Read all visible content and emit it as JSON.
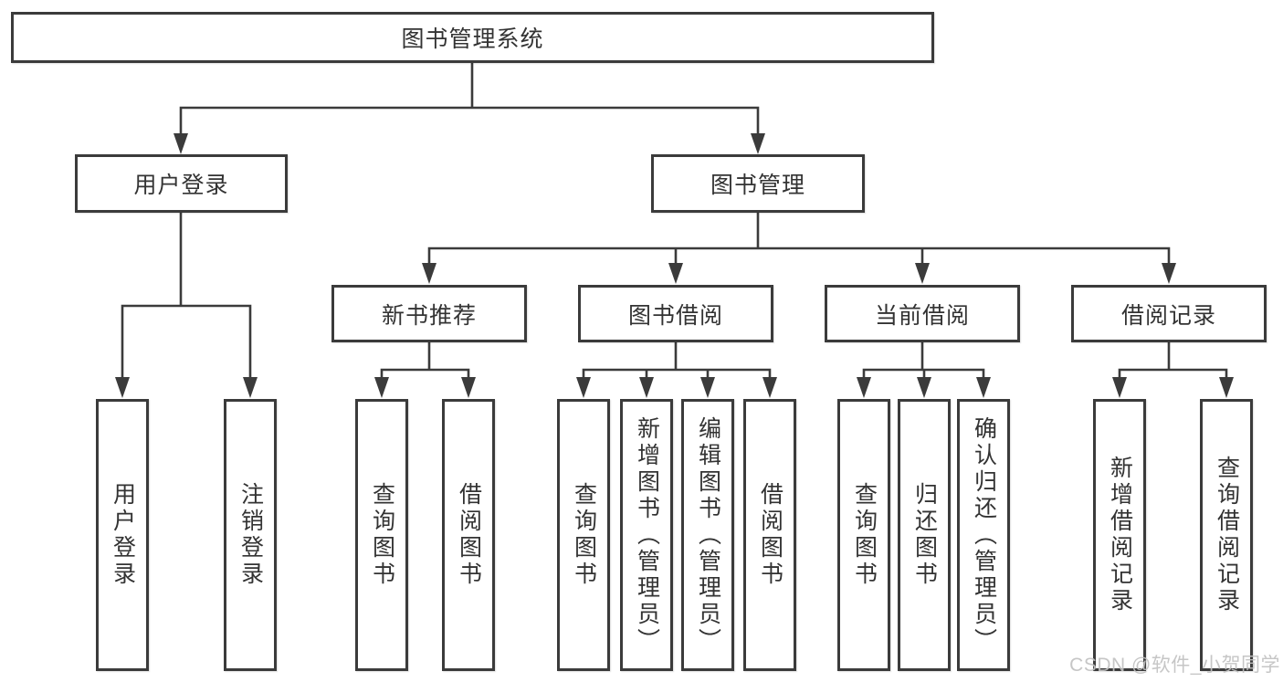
{
  "colors": {
    "line": "#3b3b3b",
    "border": "#3b3b3b",
    "text": "#333333",
    "background": "#ffffff",
    "watermark": "#c1c1c1"
  },
  "root": {
    "label": "图书管理系统"
  },
  "level1": [
    {
      "label": "用户登录"
    },
    {
      "label": "图书管理"
    }
  ],
  "level2": [
    {
      "label": "新书推荐",
      "parent": "图书管理"
    },
    {
      "label": "图书借阅",
      "parent": "图书管理"
    },
    {
      "label": "当前借阅",
      "parent": "图书管理"
    },
    {
      "label": "借阅记录",
      "parent": "图书管理"
    }
  ],
  "leaves": [
    {
      "label": "用户登录",
      "parent": "用户登录"
    },
    {
      "label": "注销登录",
      "parent": "用户登录"
    },
    {
      "label": "查询图书",
      "parent": "新书推荐"
    },
    {
      "label": "借阅图书",
      "parent": "新书推荐"
    },
    {
      "label": "查询图书",
      "parent": "图书借阅"
    },
    {
      "label": "新增图书（管理员）",
      "parent": "图书借阅"
    },
    {
      "label": "编辑图书（管理员）",
      "parent": "图书借阅"
    },
    {
      "label": "借阅图书",
      "parent": "图书借阅"
    },
    {
      "label": "查询图书",
      "parent": "当前借阅"
    },
    {
      "label": "归还图书",
      "parent": "当前借阅"
    },
    {
      "label": "确认归还（管理员）",
      "parent": "当前借阅"
    },
    {
      "label": "新增借阅记录",
      "parent": "借阅记录"
    },
    {
      "label": "查询借阅记录",
      "parent": "借阅记录"
    }
  ],
  "watermark": {
    "text": "CSDN @软件_小贺同学"
  }
}
